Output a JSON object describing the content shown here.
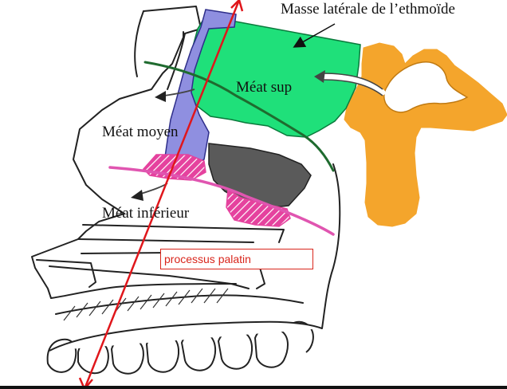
{
  "labels": {
    "masse_laterale": "Masse latérale de l’ethmoïde",
    "meat_sup": "Méat sup",
    "meat_moyen": "Méat moyen",
    "meat_inferieur": "Méat inférieur",
    "processus_palatin": "processus palatin"
  },
  "colors": {
    "ethmoid_green": "#1fe07a",
    "sphenoid_orange": "#f4a52c",
    "vomer_blue": "#8f8fe0",
    "pink_line": "#e055b0",
    "pink_hatch": "#e5429e",
    "dark_gray": "#5a5a5a",
    "red_axis": "#e0161b",
    "dark_green": "#1f6b2f",
    "box_border": "#d9261c"
  }
}
